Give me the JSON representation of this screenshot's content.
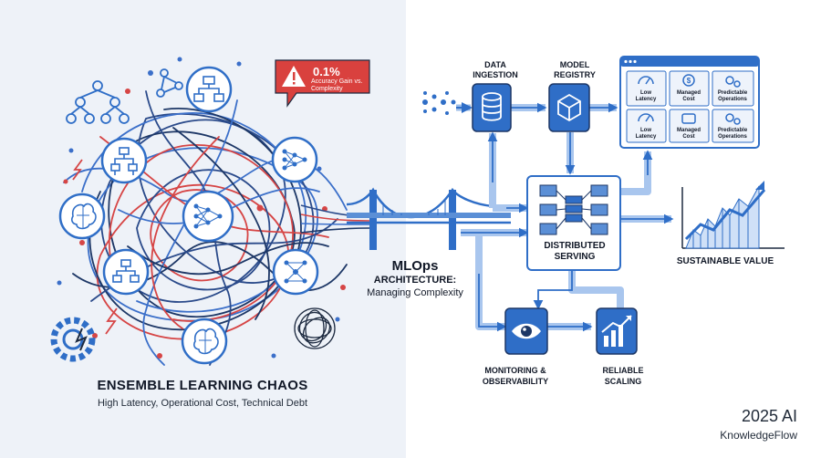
{
  "alert": {
    "value": "0.1%",
    "caption": "Accuracy Gain vs. Complexity"
  },
  "left": {
    "title": "ENSEMBLE LEARNING CHAOS",
    "subtitle": "High Latency, Operational Cost, Technical Debt"
  },
  "center": {
    "title": "MLOps",
    "architecture": "ARCHITECTURE:",
    "subtitle": "Managing Complexity"
  },
  "pipeline": {
    "ingestion": [
      "DATA",
      "INGESTION"
    ],
    "registry": [
      "MODEL",
      "REGISTRY"
    ],
    "serving": [
      "DISTRIBUTED",
      "SERVING"
    ],
    "value": "SUSTAINABLE VALUE",
    "monitoring": [
      "MONITORING &",
      "OBSERVABILITY"
    ],
    "scaling": [
      "RELIABLE",
      "SCALING"
    ]
  },
  "dashboard": {
    "tiles": [
      [
        "Low",
        "Latency"
      ],
      [
        "Managed",
        "Cost"
      ],
      [
        "Predictable",
        "Operations"
      ],
      [
        "Low",
        "Latency"
      ],
      [
        "Managed",
        "Cost"
      ],
      [
        "Predictable",
        "Operations"
      ]
    ]
  },
  "brand": {
    "year": "2025 AI",
    "name": "KnowledgeFlow"
  },
  "colors": {
    "accent": "#2f6ec7",
    "alert": "#d9413e",
    "dark": "#1d3766"
  }
}
